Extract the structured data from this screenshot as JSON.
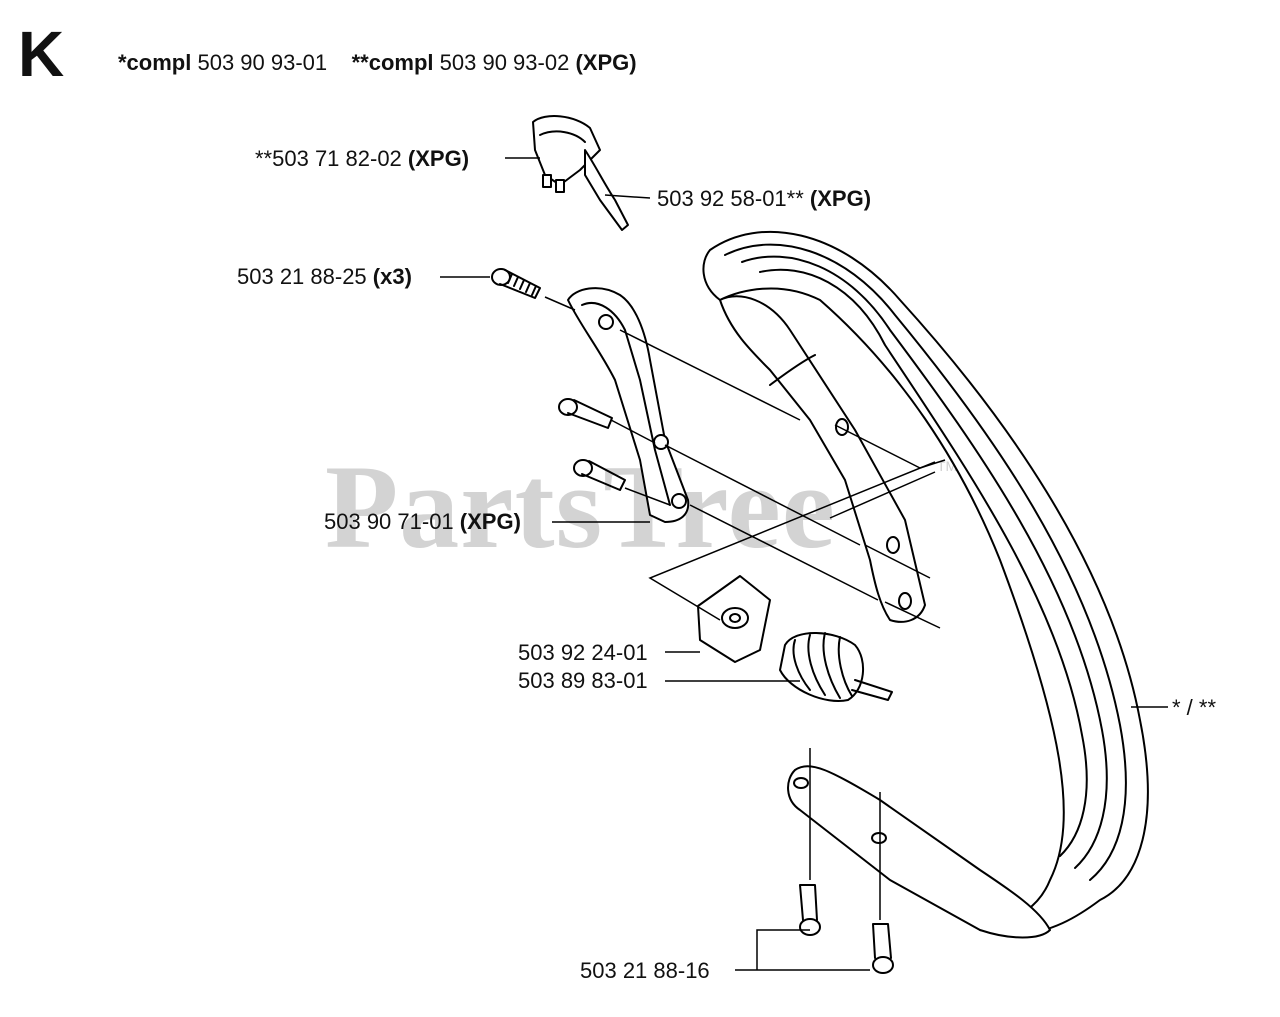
{
  "section": "K",
  "header": {
    "compl1_prefix": "*compl",
    "compl1_part": "503 90 93-01",
    "compl2_prefix": "**compl",
    "compl2_part": "503 90 93-02",
    "compl2_suffix": "(XPG)"
  },
  "watermark": {
    "text": "PartsTree",
    "tm": "TM"
  },
  "labels": {
    "switch_part": "**503 71 82-02",
    "switch_suffix": "(XPG)",
    "lever_part": "503 92 58-01**",
    "lever_suffix": "(XPG)",
    "bolt_part": "503 21 88-25",
    "bolt_suffix": "(x3)",
    "bracket_part": "503 90 71-01",
    "bracket_suffix": "(XPG)",
    "mount_part": "503 92 24-01",
    "spring_part": "503 89 83-01",
    "handle_ref": "* / **",
    "bottom_bolt_part": "503 21 88-16"
  }
}
